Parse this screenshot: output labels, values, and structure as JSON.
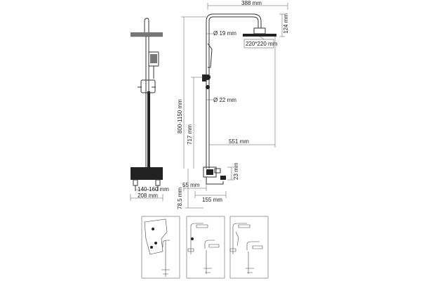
{
  "dimensions": {
    "width_top": "388 mm",
    "head_height": "124 mm",
    "pipe_dia_top": "Ø 19 mm",
    "head_size": "220*220 mm",
    "height_range": "800-1150 mm",
    "pipe_dia_mid": "Ø 22 mm",
    "slider_height": "717 mm",
    "head_reach": "551 mm",
    "mixer_gap": "23 mm",
    "spout_length": "55 mm",
    "base_height": "78.5 mm",
    "mixer_width": "155 mm",
    "mount_range": "140-160 mm",
    "overall_width": "208 mm"
  },
  "colors": {
    "line": "#333333",
    "dark": "#222222",
    "mid": "#777777"
  }
}
